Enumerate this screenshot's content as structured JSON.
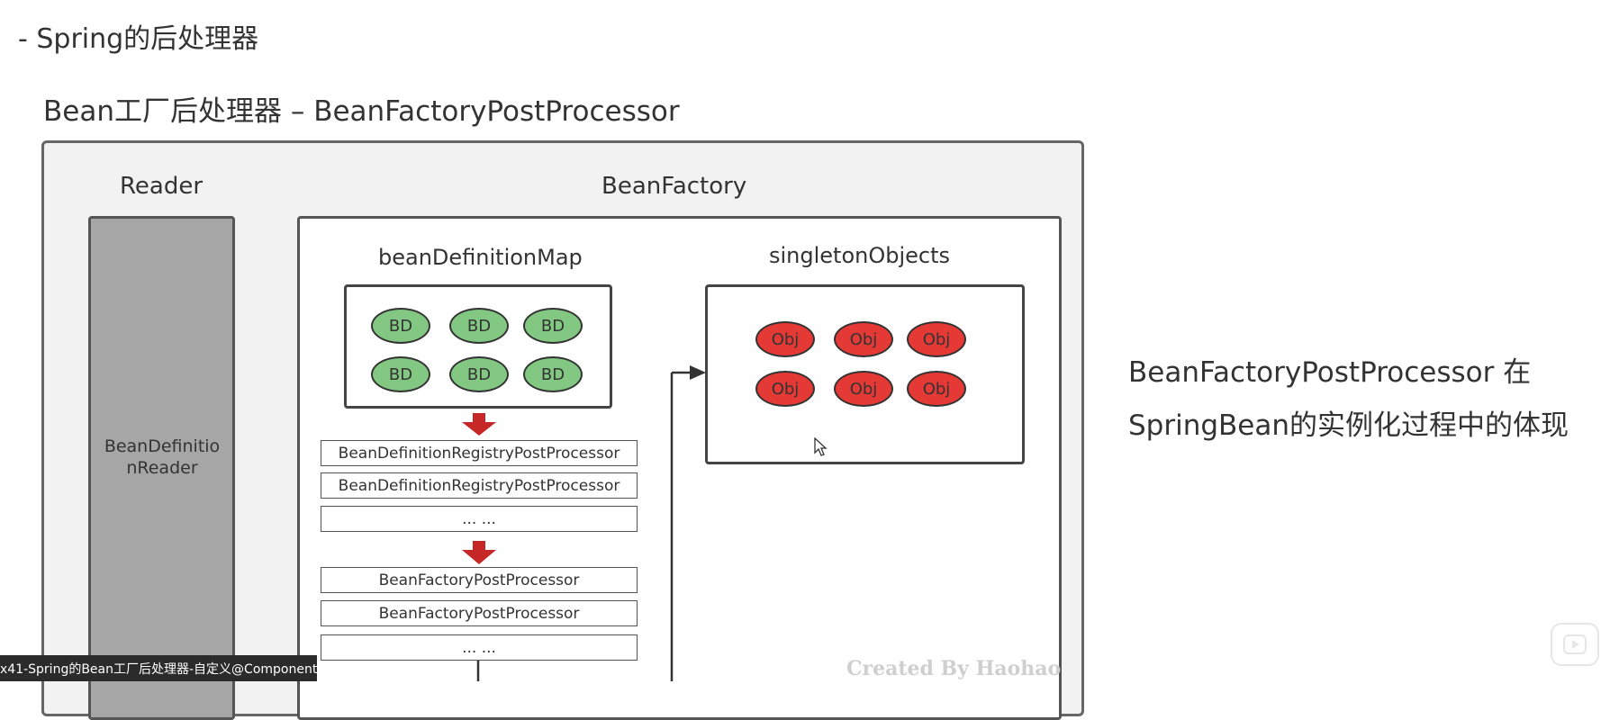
{
  "slide": {
    "heading": "- Spring的后处理器",
    "subheading": "Bean工厂后处理器 – BeanFactoryPostProcessor"
  },
  "diagram": {
    "reader_label": "Reader",
    "beanfactory_label": "BeanFactory",
    "reader_box_text": "BeanDefinitio nReader",
    "bdm_label": "beanDefinitionMap",
    "so_label": "singletonObjects",
    "bd_items": [
      "BD",
      "BD",
      "BD",
      "BD",
      "BD",
      "BD"
    ],
    "obj_items": [
      "Obj",
      "Obj",
      "Obj",
      "Obj",
      "Obj",
      "Obj"
    ],
    "processors": [
      "BeanDefinitionRegistryPostProcessor",
      "BeanDefinitionRegistryPostProcessor",
      "... ...",
      "BeanFactoryPostProcessor",
      "BeanFactoryPostProcessor",
      "... ..."
    ],
    "watermark": "Created By Haohao",
    "colors": {
      "bd_fill": "#82c882",
      "obj_fill": "#e53935",
      "arrow": "#c62828",
      "reader_fill": "#a6a6a6"
    }
  },
  "caption": {
    "line1": "BeanFactoryPostProcessor 在",
    "line2": "SpringBean的实例化过程中的体现"
  },
  "player": {
    "title": "x41-Spring的Bean工厂后处理器-自定义@Component",
    "play_icon": "play-icon"
  }
}
